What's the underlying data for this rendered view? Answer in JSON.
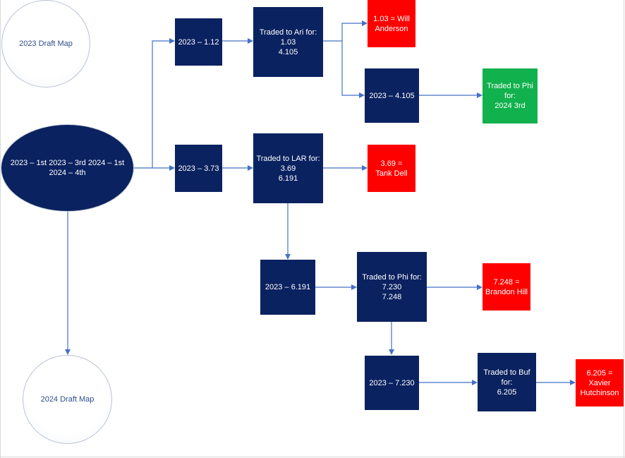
{
  "map_2023": "2023 Draft Map",
  "map_2024": "2024 Draft Map",
  "hub": [
    "2023 – 1st",
    "2023 – 3rd",
    "2024 – 1st",
    "2024 – 4th"
  ],
  "pick_1_12": "2023 – 1.12",
  "trade_ari": [
    "Traded to Ari for:",
    "1.03",
    "4.105"
  ],
  "result_will_anderson": [
    "1.03 = Will",
    "Anderson"
  ],
  "pick_4_105": "2023 – 4.105",
  "trade_phi_3rd": [
    "Traded to Phi",
    "for:",
    "2024 3rd"
  ],
  "pick_3_73": "2023 – 3.73",
  "trade_lar": [
    "Traded to LAR for:",
    "3.69",
    "6.191"
  ],
  "result_tank_dell": [
    "3.69 =",
    "Tank Dell"
  ],
  "pick_6_191": "2023 – 6.191",
  "trade_phi_picks": [
    "Traded to Phi for:",
    "7.230",
    "7.248"
  ],
  "result_brandon_hill": [
    "7.248 =",
    "Brandon Hill"
  ],
  "pick_7_230": "2023 – 7.230",
  "trade_buf": [
    "Traded to Buf",
    "for:",
    "6.205"
  ],
  "result_xavier_hutchinson": [
    "6.205 =",
    "Xavier",
    "Hutchinson"
  ],
  "colors": {
    "navy": "#0b2260",
    "red": "#ff0000",
    "green": "#11b14d",
    "connector": "#4472c4"
  }
}
